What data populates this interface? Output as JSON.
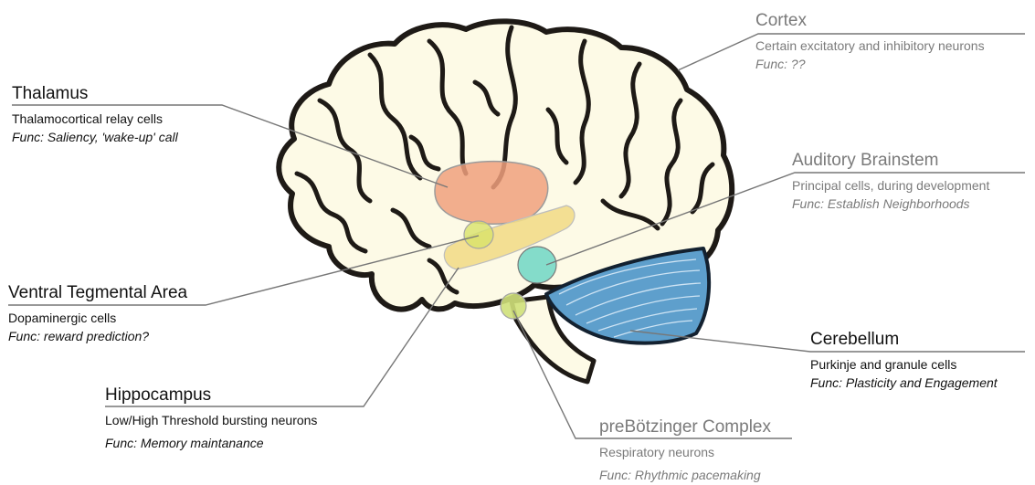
{
  "regions": [
    {
      "id": "cortex",
      "title": "Cortex",
      "description": "Certain excitatory and inhibitory neurons",
      "function": "Func: ??",
      "highlight_color": "#fdfae6"
    },
    {
      "id": "thalamus",
      "title": "Thalamus",
      "description": "Thalamocortical relay cells",
      "function": "Func: Saliency, 'wake-up' call",
      "highlight_color": "#f0a07c"
    },
    {
      "id": "auditory_brainstem",
      "title": "Auditory Brainstem",
      "description": "Principal cells, during development",
      "function": "Func: Establish Neighborhoods",
      "highlight_color": "#6fd6c4"
    },
    {
      "id": "vta",
      "title": "Ventral Tegmental Area",
      "description": "Dopaminergic cells",
      "function": "Func: reward prediction?",
      "highlight_color": "#d8e26a"
    },
    {
      "id": "cerebellum",
      "title": "Cerebellum",
      "description": "Purkinje and granule cells",
      "function": "Func: Plasticity and Engagement",
      "highlight_color": "#6eaedb"
    },
    {
      "id": "hippocampus",
      "title": "Hippocampus",
      "description": "Low/High Threshold bursting neurons",
      "function": "Func: Memory maintanance",
      "highlight_color": "#f2dc8a"
    },
    {
      "id": "prebotzinger",
      "title": "preBötzinger Complex",
      "description": "Respiratory neurons",
      "function": "Func: Rhythmic pacemaking",
      "highlight_color": "#cfe07a"
    }
  ],
  "colors": {
    "brain_fill": "#fdfae6",
    "brain_outline": "#1e1a16",
    "leader_line": "#777777",
    "dark_text": "#111111",
    "grey_text": "#7a7a7a"
  }
}
